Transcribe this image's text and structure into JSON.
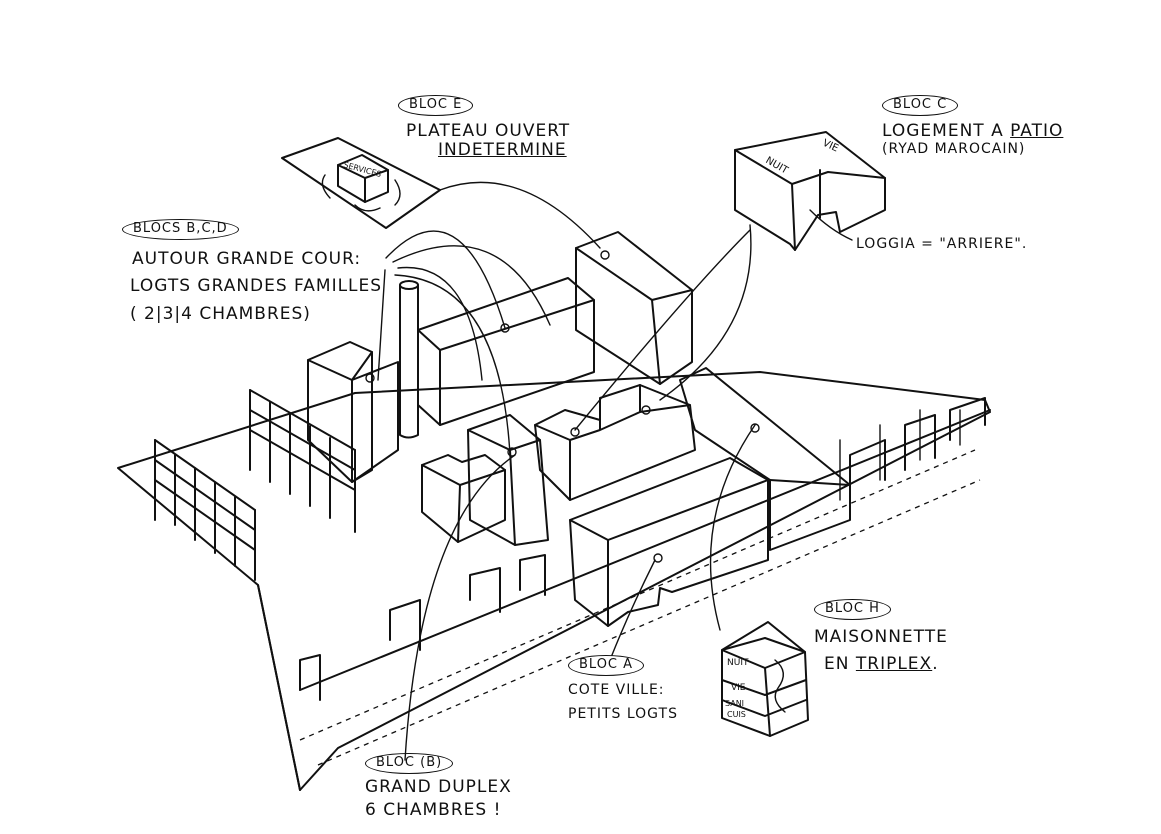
{
  "colors": {
    "blue": "#0aaef0",
    "green": "#a8dc6e",
    "green_plate": "#89c94e",
    "orange": "#ffae00",
    "yellow": "#f5f518",
    "purple": "#9670c8",
    "ink": "#111111"
  },
  "labels": {
    "bloc_e": {
      "tag": "BLOC E",
      "lines": [
        "PLATEAU OUVERT",
        "INDETERMINE"
      ]
    },
    "bloc_c": {
      "tag": "BLOC C",
      "line1_prefix": "LOGEMENT A ",
      "line1_emph": "PATIO",
      "line2": "(RYAD MAROCAIN)"
    },
    "blocs_bcd": {
      "tag": "BLOCS B,C,D",
      "lines": [
        "AUTOUR GRANDE COUR:",
        "LOGTS GRANDES FAMILLES",
        "( 2|3|4 CHAMBRES)"
      ]
    },
    "loggia": "LOGGIA = \"ARRIERE\".",
    "bloc_h": {
      "tag": "BLOC H",
      "line1": "MAISONNETTE",
      "line2_prefix": "EN ",
      "line2_emph": "TRIPLEX",
      "line2_suffix": "."
    },
    "bloc_a": {
      "tag": "BLOC A",
      "lines": [
        "COTE VILLE:",
        "PETITS LOGTS"
      ]
    },
    "bloc_b": {
      "tag": "BLOC (B)",
      "lines": [
        "GRAND DUPLEX",
        "6 CHAMBRES !"
      ]
    }
  },
  "sketch_text": {
    "services": "SERVICES",
    "patio_nuit": "NUIT",
    "patio_vie": "VIE",
    "triplex_nuit": "NUIT",
    "triplex_vie": "VIE",
    "triplex_sani": "SANI",
    "triplex_cuis": "CUIS"
  }
}
